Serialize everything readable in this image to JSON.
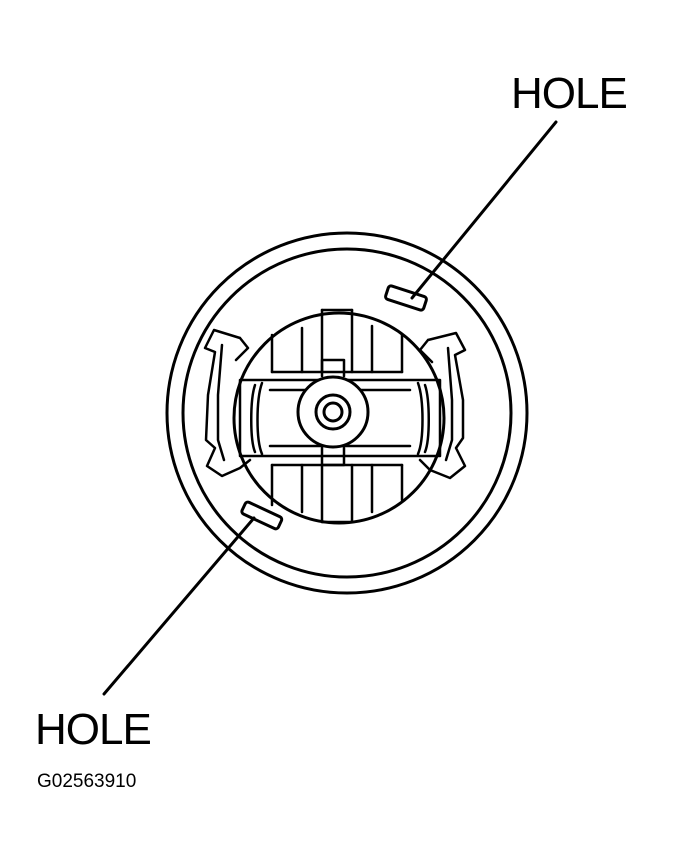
{
  "labels": {
    "hole_top": "HOLE",
    "hole_bottom": "HOLE",
    "figure_id": "G02563910"
  },
  "colors": {
    "stroke": "#000000",
    "background": "#ffffff"
  }
}
